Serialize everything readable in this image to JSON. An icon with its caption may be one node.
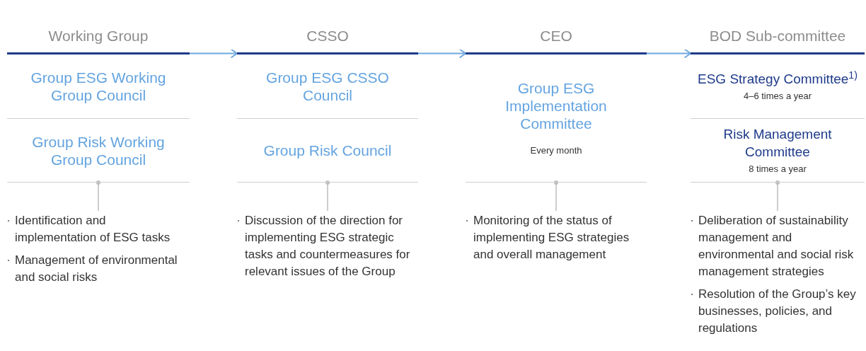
{
  "diagram": {
    "nodes": [
      {
        "text": [
          "Working Group"
        ]
      },
      {
        "text": [
          "Group ESG Working Group Council"
        ]
      },
      {
        "text": [
          "Group Risk Working Group Council"
        ]
      },
      {
        "text": [
          "CSSO"
        ]
      },
      {
        "text": [
          "Group ESG CSSO Council"
        ]
      },
      {
        "text": [
          "Group Risk Council"
        ]
      },
      {
        "text": [
          "CEO"
        ]
      },
      {
        "text": [
          "Group ESG Implementation Committee",
          "Every month"
        ]
      },
      {
        "text": [
          "BOD Sub-committee"
        ]
      },
      {
        "text": [
          "ESG Strategy Committee$^{1)}$",
          "4–6 times a year"
        ]
      },
      {
        "text": [
          "Risk Management Committee",
          "8 times a year"
        ]
      },
      {
        "text": [
          "Identification and implementation of ESG tasks",
          "Management of environmental and social risks"
        ]
      },
      {
        "text": [
          "Discussion of the direction for implementing ESG strategic tasks and countermeasures for relevant issues of the Group"
        ]
      },
      {
        "text": [
          "Monitoring of the status of implementing ESG strategies and overall management"
        ]
      },
      {
        "text": [
          "Deliberation of sustainability management and environmental and social risk management strategies",
          "Resolution of the Group’s key businesses, policies, and regulations"
        ]
      }
    ],
    "edges": [
      {
        "from": 0,
        "to": 3,
        "arrow": "to",
        "color": "#6fa8dc"
      },
      {
        "from": 3,
        "to": 6,
        "arrow": "to",
        "color": "#6fa8dc"
      },
      {
        "from": 6,
        "to": 8,
        "arrow": "to",
        "color": "#6fa8dc"
      },
      {
        "from": 2,
        "to": 11,
        "arrow": "other"
      },
      {
        "from": 5,
        "to": 12,
        "arrow": "other"
      },
      {
        "from": 7,
        "to": 13,
        "arrow": "other"
      },
      {
        "from": 10,
        "to": 14,
        "arrow": "other"
      }
    ]
  }
}
